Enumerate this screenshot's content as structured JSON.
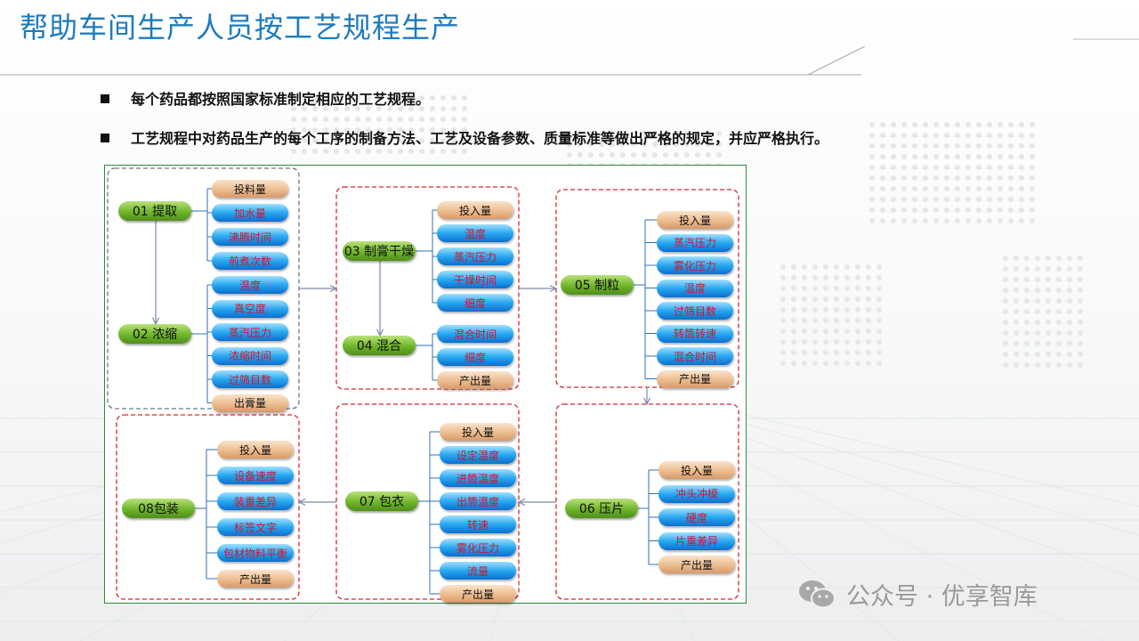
{
  "title": "帮助车间生产人员按工艺规程生产",
  "bullets": [
    "每个药品都按照国家标准制定相应的工艺规程。",
    "工艺规程中对药品生产的每个工序的制备方法、工艺及设备参数、质量标准等做出严格的规定，并应严格执行。"
  ],
  "steps": {
    "s01": "01  提取",
    "s02": "02  浓缩",
    "s03": "03 制膏干燥",
    "s04": "04  混合",
    "s05": "05  制粒",
    "s06": "06  压片",
    "s07": "07  包衣",
    "s08": "08包装"
  },
  "params": {
    "g01": [
      "投料量",
      "加水量",
      "沸腾时间",
      "煎煮次数"
    ],
    "g02": [
      "温度",
      "真空度",
      "蒸汽压力",
      "浓缩时间",
      "过筛目数",
      "出膏量"
    ],
    "g03": [
      "投入量",
      "温度",
      "蒸汽压力",
      "干燥时间",
      "细度"
    ],
    "g04": [
      "混合时间",
      "细度",
      "产出量"
    ],
    "g05": [
      "投入量",
      "蒸汽压力",
      "雾化压力",
      "温度",
      "过筛目数",
      "转筒转速",
      "混合时间",
      "产出量"
    ],
    "g06": [
      "投入量",
      "冲头冲模",
      "硬度",
      "片重差异",
      "产出量"
    ],
    "g07": [
      "投入量",
      "设定温度",
      "进筒温度",
      "出筒温度",
      "转速",
      "雾化压力",
      "流量",
      "产出量"
    ],
    "g08": [
      "投入量",
      "设备速度",
      "装重差异",
      "标签文字",
      "包材物料平衡",
      "产出量"
    ]
  },
  "watermark": "公众号 · 优享智库",
  "colors": {
    "title": "#1d7bbf",
    "step_green": "#6fb52a",
    "param_blue": "#28a8f0",
    "param_tan": "#eab98a",
    "param_blue_text": "#d4142c",
    "dashed_red": "#d9262c",
    "dashed_gray": "#6a7a8a",
    "panel_border": "#2e8b3a"
  }
}
